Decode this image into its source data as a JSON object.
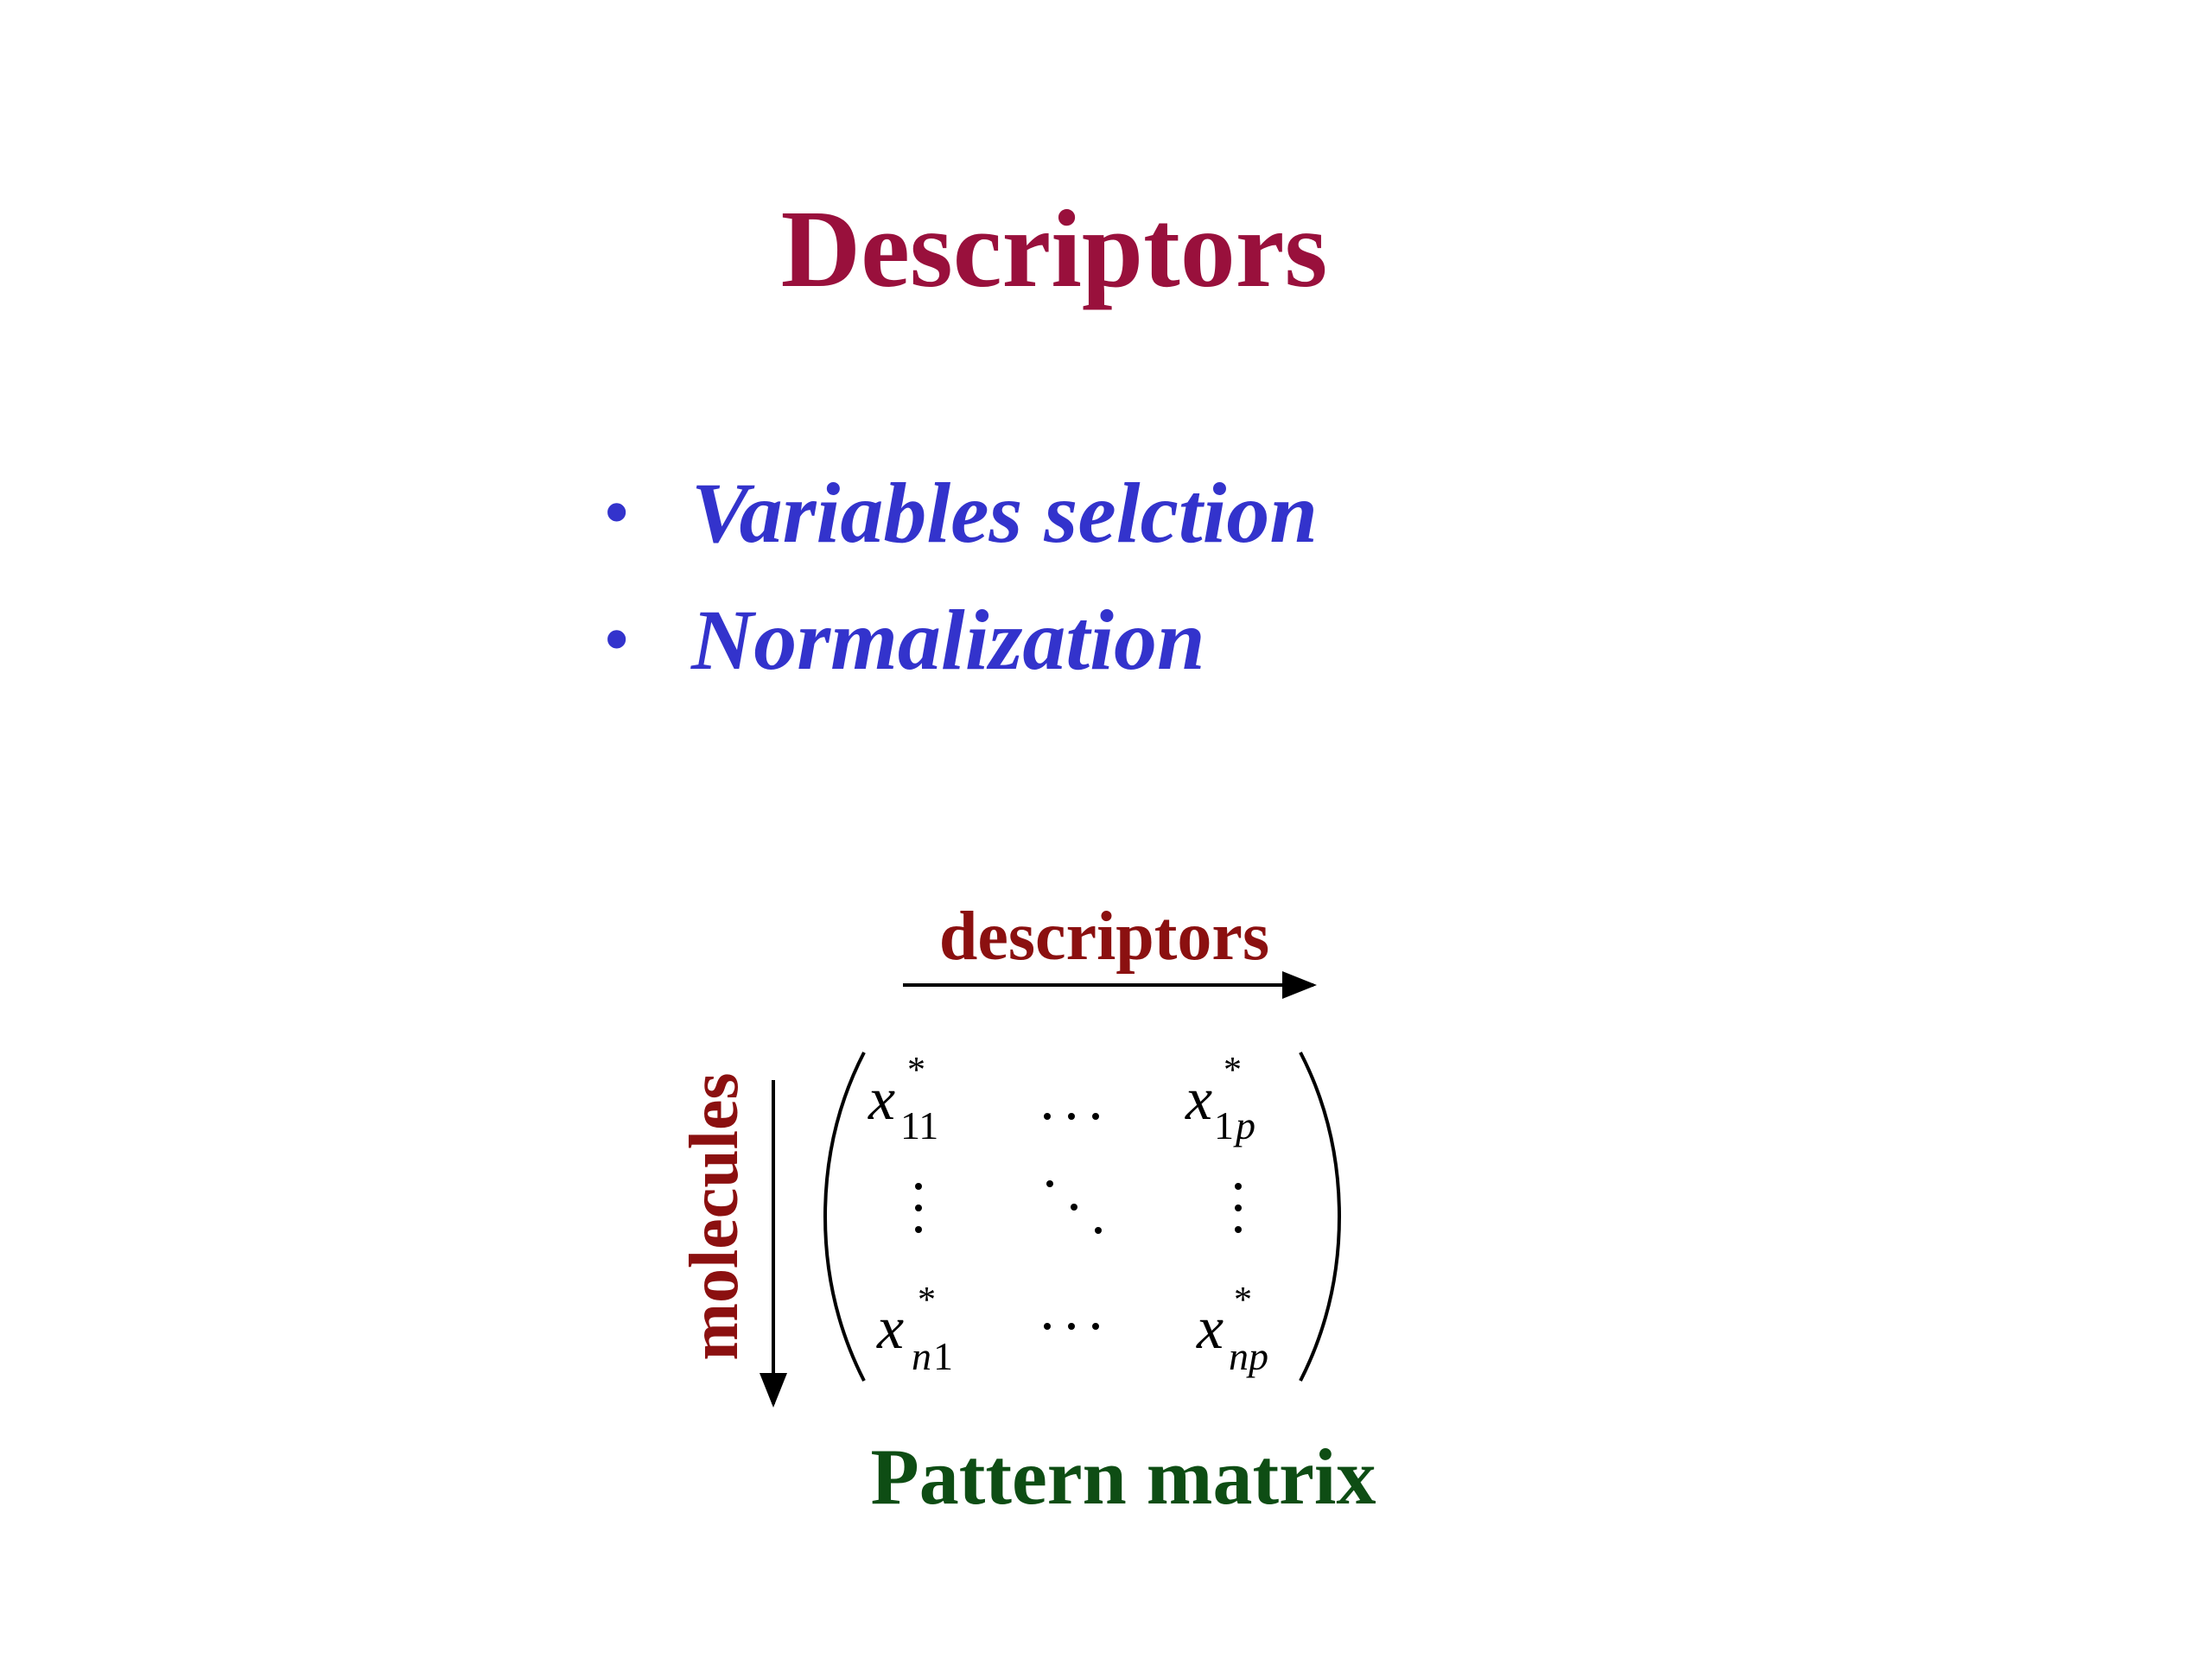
{
  "slide": {
    "title": "Descriptors",
    "title_color": "#99103c",
    "bullets": [
      {
        "label": "Variables selction"
      },
      {
        "label": "Normalization"
      }
    ],
    "bullet_color": "#3333cc",
    "bullet_glyph": "•"
  },
  "diagram": {
    "column_label": "descriptors",
    "row_label": "molecules",
    "label_color": "#8b1010",
    "caption": "Pattern matrix",
    "caption_color": "#0e4d14",
    "matrix": {
      "variable": "x",
      "star": "*",
      "cells": {
        "top_left_sub": "11",
        "top_right_sub_row": "1",
        "top_right_sub_col": "p",
        "bottom_left_sub_row": "n",
        "bottom_left_sub_col": "1",
        "bottom_right_sub": "np"
      }
    }
  }
}
